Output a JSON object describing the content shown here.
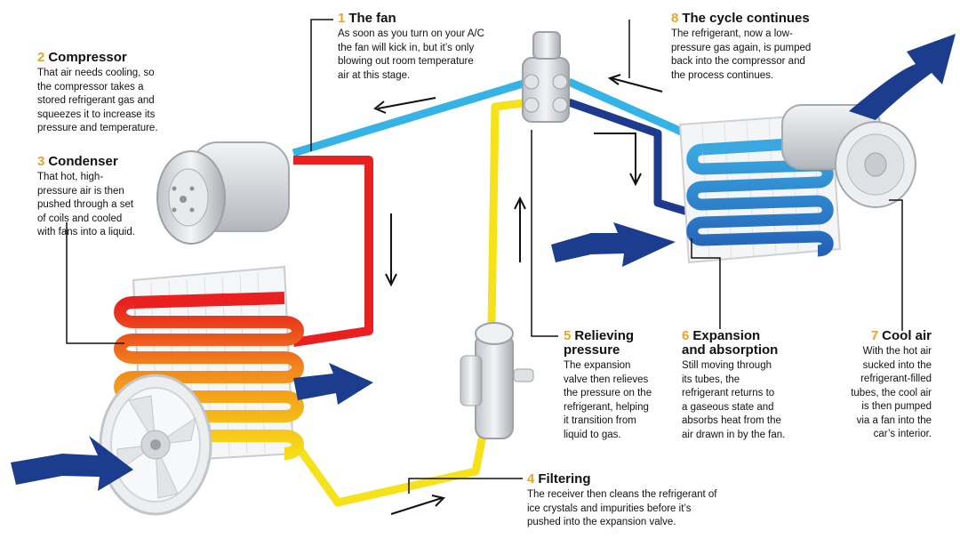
{
  "colors": {
    "accent_number": "#e8a42a",
    "hot_pipe": "#e8201f",
    "cool_pipe": "#36b3e6",
    "cold_pipe": "#1e3a8f",
    "filtered_pipe": "#f5e21a",
    "airflow_arrow": "#1c3d8e"
  },
  "steps": [
    {
      "num": "1",
      "title": "The fan",
      "text": "As soon as you turn on your A/C\nthe fan will kick in, but it’s only\nblowing out room temperature\nair at this stage."
    },
    {
      "num": "2",
      "title": "Compressor",
      "text": "That air needs cooling, so\nthe compressor takes a\nstored refrigerant gas and\nsqueezes it to increase its\npressure and temperature."
    },
    {
      "num": "3",
      "title": "Condenser",
      "text": "That hot, high-\npressure air is then\npushed through a set\nof coils and cooled\nwith fans into a liquid."
    },
    {
      "num": "4",
      "title": "Filtering",
      "text": "The receiver then cleans the refrigerant of\nice crystals and impurities before it’s\npushed into the expansion valve."
    },
    {
      "num": "5",
      "title_line1": "Relieving",
      "title_line2": "pressure",
      "text": "The expansion\nvalve then relieves\nthe pressure on the\nrefrigerant, helping\nit transition from\nliquid to gas."
    },
    {
      "num": "6",
      "title_line1": "Expansion",
      "title_line2": "and absorption",
      "text": "Still moving through\nits tubes, the\nrefrigerant returns to\na gaseous state and\nabsorbs heat from the\nair drawn in by the fan."
    },
    {
      "num": "7",
      "title": "Cool air",
      "text": "With the hot air\nsucked into the\nrefrigerant-filled\ntubes, the cool air\nis then pumped\nvia a fan into the\ncar’s interior."
    },
    {
      "num": "8",
      "title": "The cycle continues",
      "text": "The refrigerant, now a low-\npressure gas again, is pumped\nback into the compressor and\nthe process continues."
    }
  ]
}
